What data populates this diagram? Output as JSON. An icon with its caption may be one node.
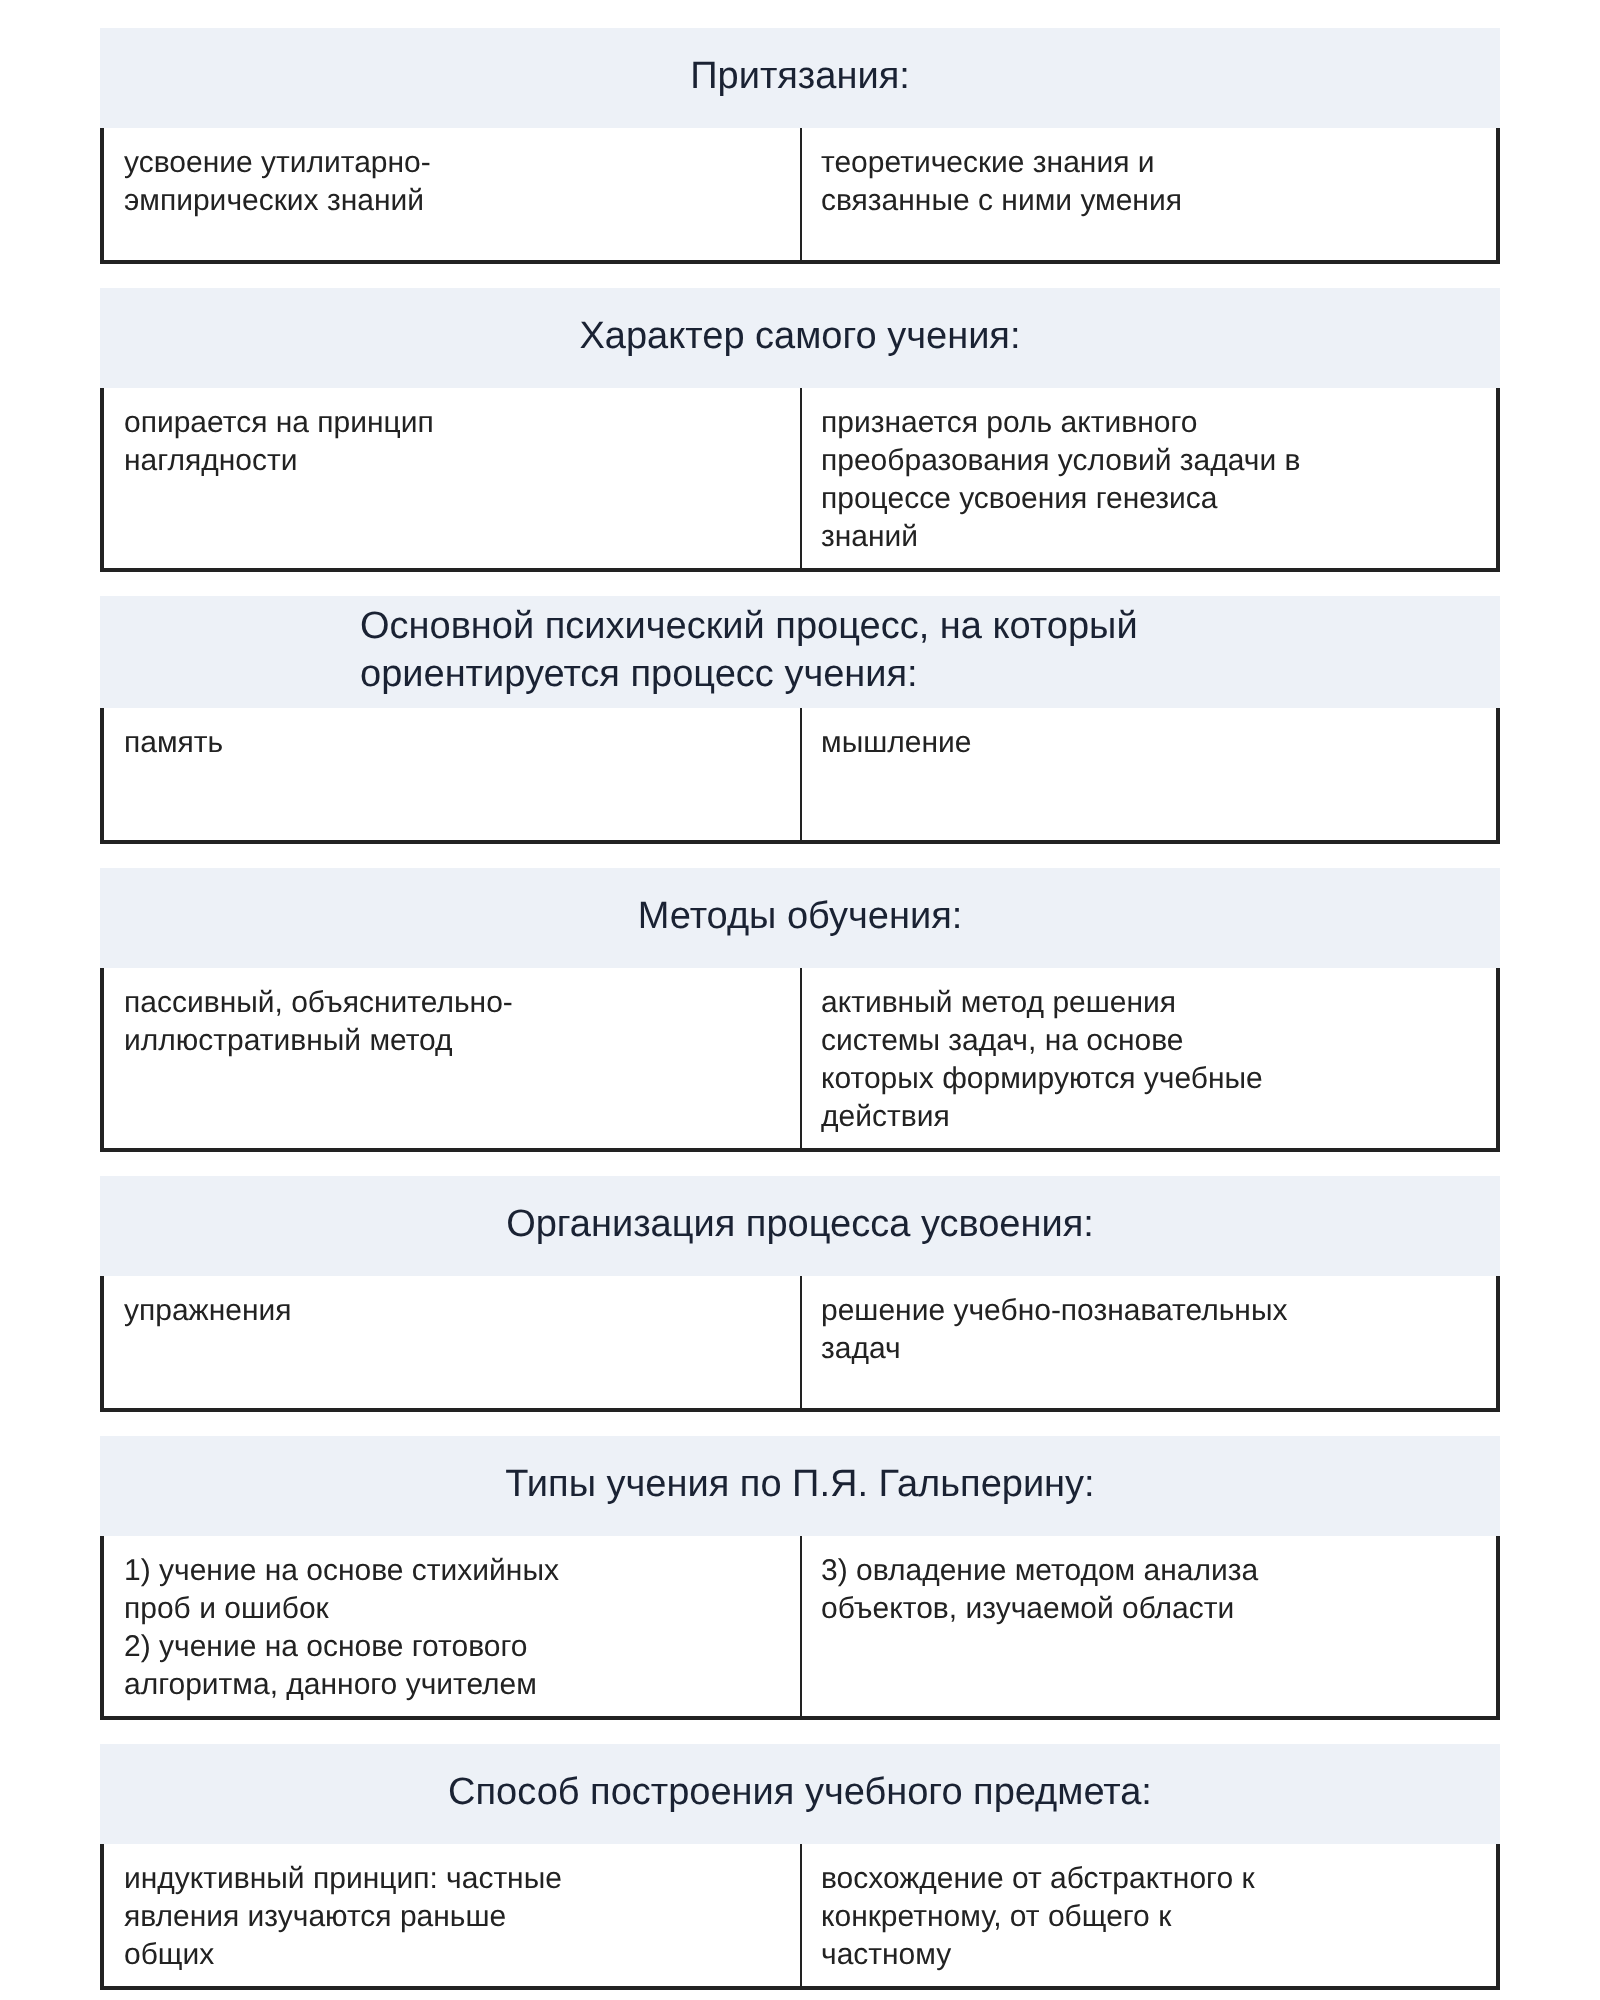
{
  "diagram": {
    "nodes": [
      {
        "text": [
          "Притязания:"
        ]
      },
      {
        "text": [
          "усвоение утилитарно-эмпирических знаний"
        ]
      },
      {
        "text": [
          "теоретические знания и связанные с ними умения"
        ]
      },
      {
        "text": [
          "Характер самого учения:"
        ]
      },
      {
        "text": [
          "опирается на принцип наглядности"
        ]
      },
      {
        "text": [
          "признается роль активного преобразования условий задачи в процессе усвоения генезиса знаний"
        ]
      },
      {
        "text": [
          "Основной психический процесс, на который ориентируется процесс учения:"
        ]
      },
      {
        "text": [
          "память"
        ]
      },
      {
        "text": [
          "мышление"
        ]
      },
      {
        "text": [
          "Методы обучения:"
        ]
      },
      {
        "text": [
          "пассивный, объяснительно-иллюстративный метод"
        ]
      },
      {
        "text": [
          "активный метод решения системы задач, на основе которых формируются учебные действия"
        ]
      },
      {
        "text": [
          "Организация процесса усвоения:"
        ]
      },
      {
        "text": [
          "упражнения"
        ]
      },
      {
        "text": [
          "решение учебно-познавательных задач"
        ]
      },
      {
        "text": [
          "Типы учения по П.Я. Гальперину:"
        ]
      },
      {
        "text": [
          "1) учение на основе стихийных проб и ошибок",
          "2) учение на основе готового алгоритма, данного учителем"
        ]
      },
      {
        "text": [
          "3) овладение методом анализа объектов, изучаемой области"
        ]
      },
      {
        "text": [
          "Способ построения учебного предмета:"
        ]
      },
      {
        "text": [
          "индуктивный принцип: частные явления изучаются раньше общих"
        ]
      },
      {
        "text": [
          "восхождение от абстрактного к конкретному, от общего к частному"
        ]
      }
    ]
  }
}
